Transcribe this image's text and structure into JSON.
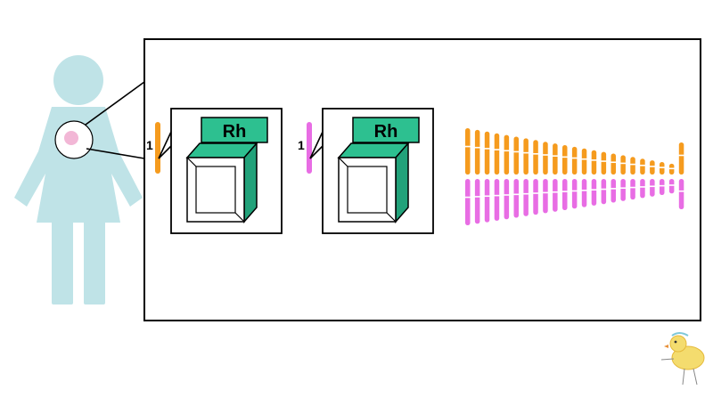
{
  "colors": {
    "person": "#bfe3e7",
    "cell_fill": "#ffffff",
    "cell_nucleus": "#f2b7d6",
    "chromosome_1": "#f59b1e",
    "chromosome_2": "#e86de4",
    "gene_box": "#22a27a",
    "gene_box_light": "#2dc090",
    "outline": "#000000"
  },
  "zoom_panels": [
    {
      "chromosome_label": "1",
      "gene_label": "Rh",
      "chromosome_color": "chromosome_1"
    },
    {
      "chromosome_label": "1",
      "gene_label": "Rh",
      "chromosome_color": "chromosome_2"
    }
  ],
  "karyotype": {
    "pairs": 23,
    "top_row_color": "chromosome_1",
    "bottom_row_color": "chromosome_2"
  },
  "icons": [
    "person-silhouette-icon",
    "cell-icon",
    "chick-drawing-icon"
  ]
}
